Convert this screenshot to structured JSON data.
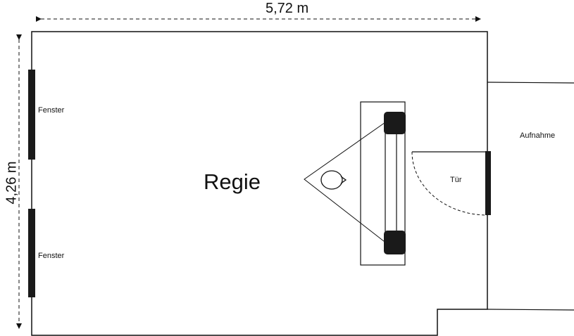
{
  "dimensions": {
    "width": "5,72 m",
    "height": "4,26 m"
  },
  "room_label": "Regie",
  "adjacent_room_label": "Aufnahme",
  "windows": [
    {
      "label": "Fenster"
    },
    {
      "label": "Fenster"
    }
  ],
  "door": {
    "label": "Tür"
  },
  "colors": {
    "line": "#111111",
    "fill_dark": "#1a1a1a",
    "background": "#ffffff"
  }
}
